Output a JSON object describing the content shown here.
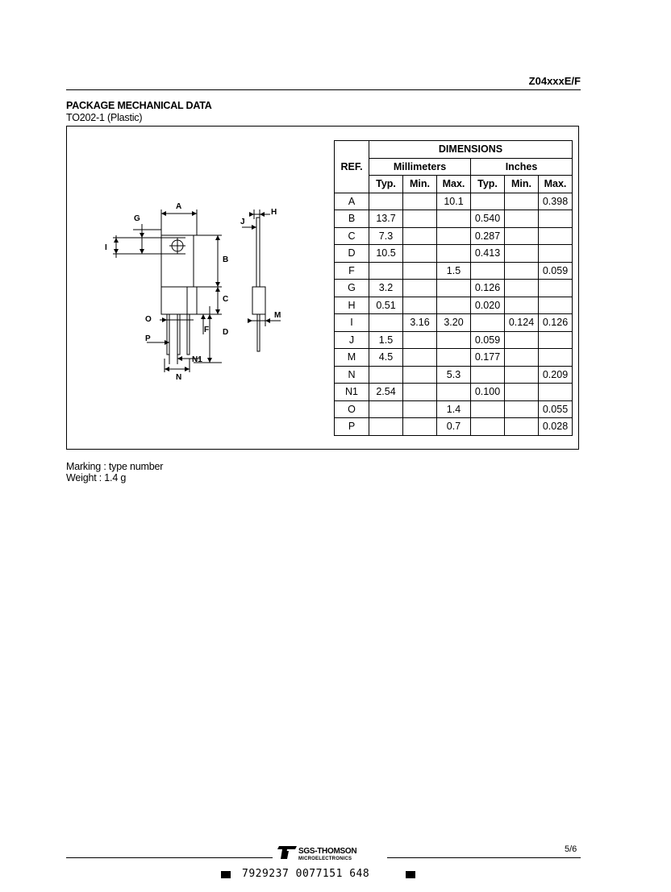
{
  "header": {
    "doc_id": "Z04xxxE/F"
  },
  "section": {
    "title": "PACKAGE MECHANICAL DATA",
    "subtitle": "TO202-1 (Plastic)"
  },
  "drawing": {
    "labels": {
      "a": "A",
      "b": "B",
      "c": "C",
      "d": "D",
      "f": "F",
      "g": "G",
      "h": "H",
      "i": "I",
      "j": "J",
      "m": "M",
      "n": "N",
      "n1": "N1",
      "o": "O",
      "p": "P"
    }
  },
  "table": {
    "ref_header": "REF.",
    "dimensions_header": "DIMENSIONS",
    "mm_header": "Millimeters",
    "in_header": "Inches",
    "sub_headers": [
      "Typ.",
      "Min.",
      "Max.",
      "Typ.",
      "Min.",
      "Max."
    ],
    "rows": [
      {
        "ref": "A",
        "cells": [
          "",
          "",
          "10.1",
          "",
          "",
          "0.398"
        ]
      },
      {
        "ref": "B",
        "cells": [
          "13.7",
          "",
          "",
          "0.540",
          "",
          ""
        ]
      },
      {
        "ref": "C",
        "cells": [
          "7.3",
          "",
          "",
          "0.287",
          "",
          ""
        ]
      },
      {
        "ref": "D",
        "cells": [
          "10.5",
          "",
          "",
          "0.413",
          "",
          ""
        ]
      },
      {
        "ref": "F",
        "cells": [
          "",
          "",
          "1.5",
          "",
          "",
          "0.059"
        ]
      },
      {
        "ref": "G",
        "cells": [
          "3.2",
          "",
          "",
          "0.126",
          "",
          ""
        ]
      },
      {
        "ref": "H",
        "cells": [
          "0.51",
          "",
          "",
          "0.020",
          "",
          ""
        ]
      },
      {
        "ref": "I",
        "cells": [
          "",
          "3.16",
          "3.20",
          "",
          "0.124",
          "0.126"
        ]
      },
      {
        "ref": "J",
        "cells": [
          "1.5",
          "",
          "",
          "0.059",
          "",
          ""
        ]
      },
      {
        "ref": "M",
        "cells": [
          "4.5",
          "",
          "",
          "0.177",
          "",
          ""
        ]
      },
      {
        "ref": "N",
        "cells": [
          "",
          "",
          "5.3",
          "",
          "",
          "0.209"
        ]
      },
      {
        "ref": "N1",
        "cells": [
          "2.54",
          "",
          "",
          "0.100",
          "",
          ""
        ]
      },
      {
        "ref": "O",
        "cells": [
          "",
          "",
          "1.4",
          "",
          "",
          "0.055"
        ]
      },
      {
        "ref": "P",
        "cells": [
          "",
          "",
          "0.7",
          "",
          "",
          "0.028"
        ]
      }
    ]
  },
  "notes": {
    "marking": "Marking : type number",
    "weight": "Weight : 1.4 g"
  },
  "footer": {
    "company_name": "SGS-THOMSON",
    "company_sub": "MICROELECTRONICS",
    "page_number": "5/6",
    "barcode_text": "7929237 0077151 648"
  }
}
